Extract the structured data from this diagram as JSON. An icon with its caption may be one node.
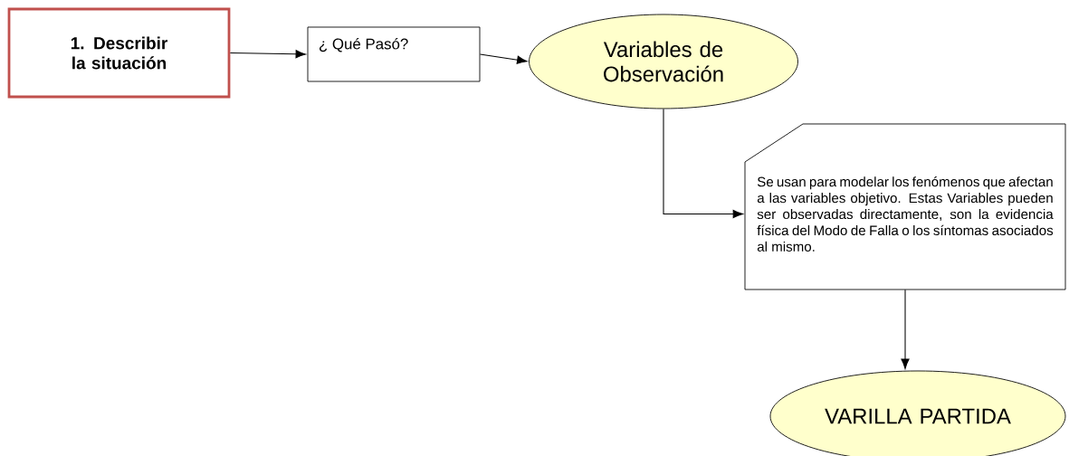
{
  "diagram": {
    "nodes": [
      {
        "text": [
          "1.  Describir la situación"
        ]
      },
      {
        "text": [
          "¿ Qué Pasó?"
        ]
      },
      {
        "text": [
          "Variables de Observación"
        ]
      },
      {
        "text": [
          "Se usan para modelar los fenómenos que afectan a las variables objetivo. Estas Variables pueden ser observadas directamente, son la evidencia física del Modo de Falla o los síntomas asociados al mismo."
        ]
      },
      {
        "text": [
          "VARILLA PARTIDA"
        ]
      }
    ],
    "edges": [
      {
        "from": 0,
        "to": 1,
        "arrow": "to"
      },
      {
        "from": 1,
        "to": 2,
        "arrow": "to"
      },
      {
        "from": 2,
        "to": 3,
        "arrow": "to"
      },
      {
        "from": 3,
        "to": 4,
        "arrow": "to"
      }
    ]
  }
}
